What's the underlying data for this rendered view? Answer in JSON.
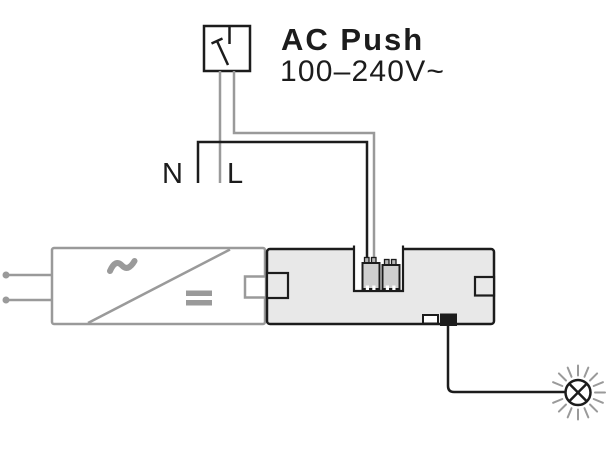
{
  "labels": {
    "title": "AC Push",
    "voltage": "100–240V~",
    "neutral": "N",
    "line": "L"
  },
  "symbols": {
    "switch": "push-button-switch",
    "ac_input": "~",
    "dc_output": "=",
    "driver": "ac-dc-converter",
    "lamp": "crossed-circle-with-rays"
  },
  "colors": {
    "line_black": "#1c1c1c",
    "wire_gray": "#9a9a9a",
    "device_fill": "#e8e8e8",
    "plug_fill": "#cfcfcf",
    "pin_fill": "#b5b5b5",
    "notch_fill": "#ffffff",
    "background": "#ffffff"
  }
}
